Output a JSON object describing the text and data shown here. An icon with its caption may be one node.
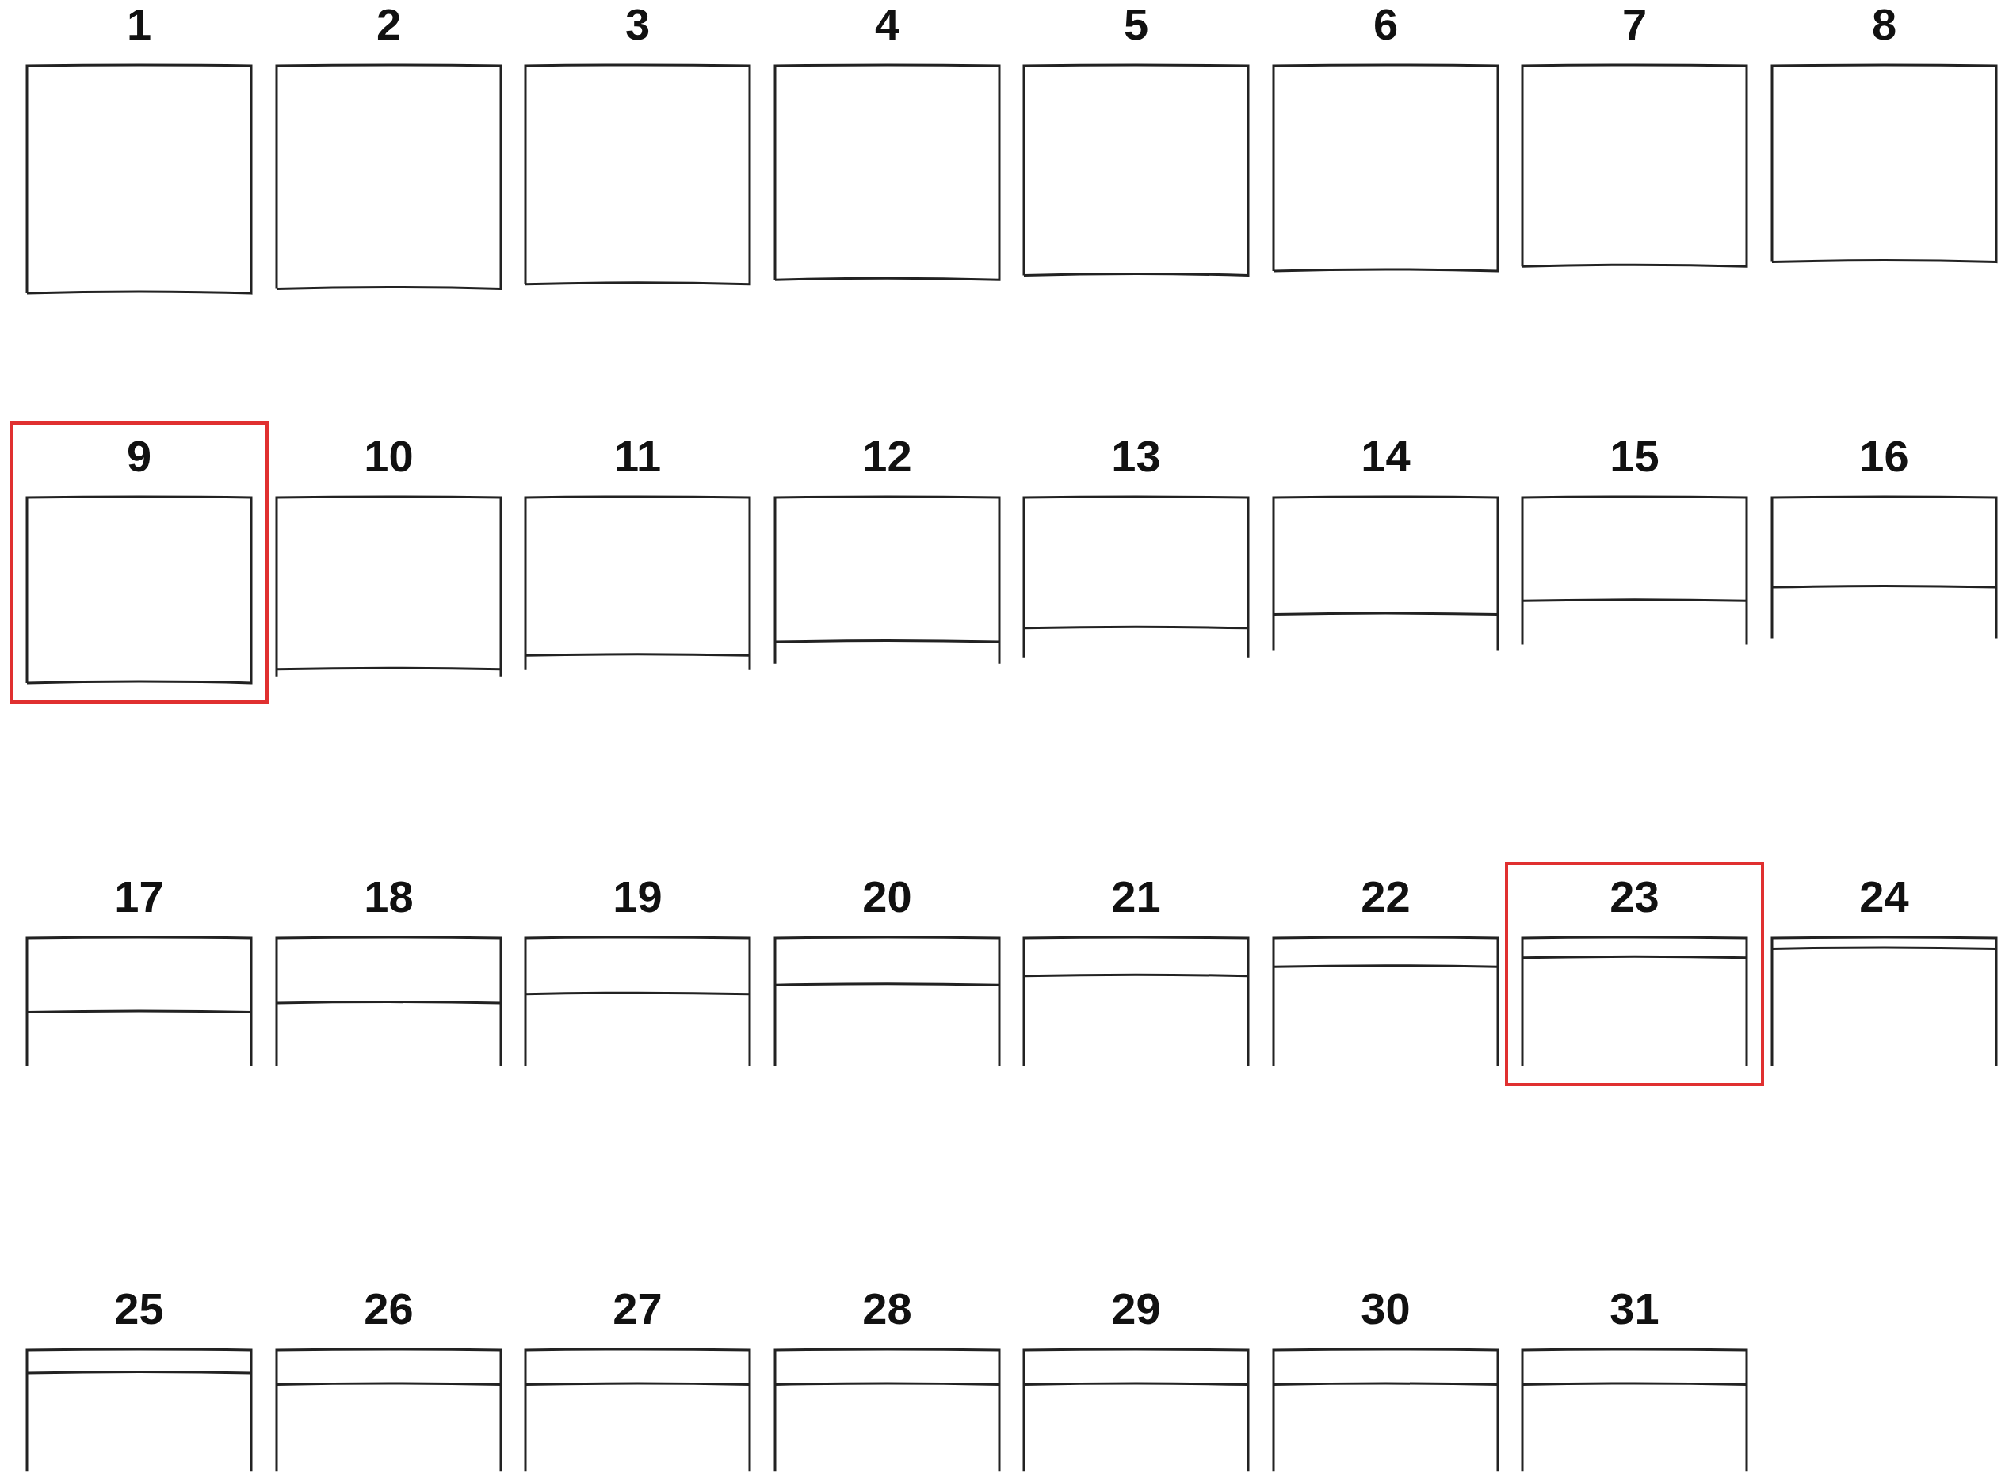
{
  "diagram": {
    "nodes": [
      {
        "text": [
          "1"
        ]
      },
      {
        "text": [
          "2"
        ]
      },
      {
        "text": [
          "3"
        ]
      },
      {
        "text": [
          "4"
        ]
      },
      {
        "text": [
          "5"
        ]
      },
      {
        "text": [
          "6"
        ]
      },
      {
        "text": [
          "7"
        ]
      },
      {
        "text": [
          "8"
        ]
      },
      {
        "text": [],
        "shape": "box"
      },
      {
        "text": [
          "9"
        ],
        "in": 8
      },
      {
        "text": [
          "10"
        ]
      },
      {
        "text": [
          "11"
        ]
      },
      {
        "text": [
          "12"
        ]
      },
      {
        "text": [
          "13"
        ]
      },
      {
        "text": [
          "14"
        ]
      },
      {
        "text": [
          "15"
        ]
      },
      {
        "text": [
          "16"
        ]
      },
      {
        "text": [
          "17"
        ]
      },
      {
        "text": [
          "18"
        ]
      },
      {
        "text": [
          "19"
        ]
      },
      {
        "text": [
          "20"
        ]
      },
      {
        "text": [
          "21"
        ]
      },
      {
        "text": [
          "22"
        ]
      },
      {
        "text": [],
        "shape": "box"
      },
      {
        "text": [
          "23"
        ],
        "in": 23
      },
      {
        "text": [
          "24"
        ]
      },
      {
        "text": [
          "25"
        ]
      },
      {
        "text": [
          "26"
        ]
      },
      {
        "text": [
          "27"
        ]
      },
      {
        "text": [
          "28"
        ]
      },
      {
        "text": [
          "29"
        ]
      },
      {
        "text": [
          "30"
        ]
      },
      {
        "text": [
          "31"
        ]
      }
    ]
  }
}
